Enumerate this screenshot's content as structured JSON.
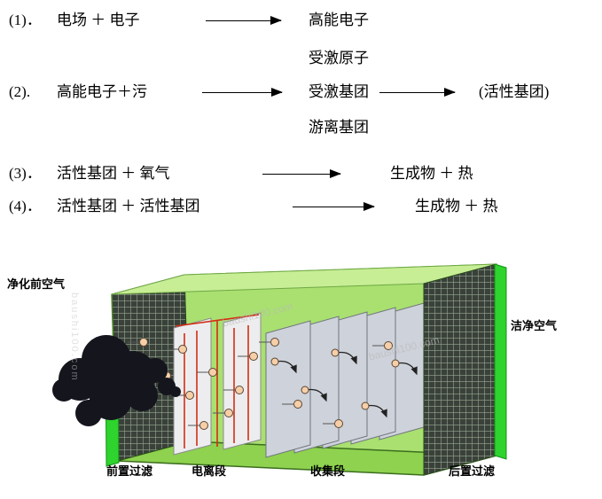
{
  "equations": {
    "eq1": {
      "num": "(1)．",
      "lhs": "电场 ＋ 电子",
      "rhs": "高能电子"
    },
    "eq2": {
      "num": "(2).",
      "lhs": "高能电子＋污",
      "products": {
        "top": "受激原子",
        "middle": "受激基团",
        "bottom": "游离基团"
      },
      "rhs": "(活性基团)"
    },
    "eq3": {
      "num": "(3)．",
      "lhs": "活性基团 ＋ 氧气",
      "rhs": "生成物 ＋ 热"
    },
    "eq4": {
      "num": "(4)．",
      "lhs": "活性基团 ＋ 活性基团",
      "rhs": "生成物 ＋ 热"
    }
  },
  "diagram": {
    "labels": {
      "inlet_air": "净化前空气",
      "clean_air": "洁净空气",
      "pre_filter": "前置过滤",
      "ionization_section": "电离段",
      "collection_section": "收集段",
      "post_filter": "后置过滤"
    },
    "watermark": "baushi100.com",
    "colors": {
      "box_top": "#c7ee95",
      "box_back": "#a9e070",
      "box_floor": "#8ed24f",
      "filter_frame_green": "#2ed32e",
      "plate_gray": "#ced2da",
      "ion_plate": "#ededf0",
      "wire_red": "#d42d12",
      "smoke": "#15151d",
      "particle": "#f6cfa9"
    }
  }
}
